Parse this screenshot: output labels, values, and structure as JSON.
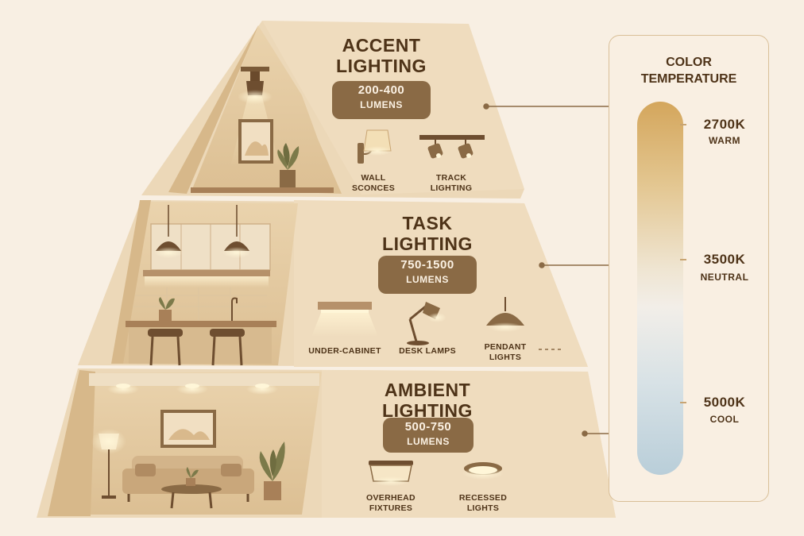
{
  "pyramid": {
    "tiers": [
      {
        "id": "accent",
        "title_line1": "ACCENT",
        "title_line2": "LIGHTING",
        "lumens_value": "200-400",
        "lumens_unit": "LUMENS",
        "fixtures": [
          {
            "icon": "wall-sconce-icon",
            "line1": "WALL",
            "line2": "SCONCES"
          },
          {
            "icon": "track-lighting-icon",
            "line1": "TRACK",
            "line2": "LIGHTING"
          }
        ]
      },
      {
        "id": "task",
        "title_line1": "TASK",
        "title_line2": "LIGHTING",
        "lumens_value": "750-1500",
        "lumens_unit": "LUMENS",
        "fixtures": [
          {
            "icon": "under-cabinet-icon",
            "line1": "UNDER-CABINET",
            "line2": ""
          },
          {
            "icon": "desk-lamp-icon",
            "line1": "DESK LAMPS",
            "line2": ""
          },
          {
            "icon": "pendant-light-icon",
            "line1": "PENDANT",
            "line2": "LIGHTS"
          }
        ]
      },
      {
        "id": "ambient",
        "title_line1": "AMBIENT",
        "title_line2": "LIGHTING",
        "lumens_value": "500-750",
        "lumens_unit": "LUMENS",
        "fixtures": [
          {
            "icon": "overhead-fixture-icon",
            "line1": "OVERHEAD",
            "line2": "FIXTURES"
          },
          {
            "icon": "recessed-light-icon",
            "line1": "RECESSED",
            "line2": "LIGHTS"
          }
        ]
      }
    ]
  },
  "color_temperature": {
    "title_line1": "COLOR",
    "title_line2": "TEMPERATURE",
    "levels": [
      {
        "kelvin": "2700K",
        "label": "WARM",
        "icon": "sun-icon"
      },
      {
        "kelvin": "3500K",
        "label": "NEUTRAL",
        "icon": ""
      },
      {
        "kelvin": "5000K",
        "label": "COOL",
        "icon": "snowflake-icon"
      }
    ],
    "gradient_colors": [
      "#d4a65c",
      "#f2eee8",
      "#b9ced9"
    ]
  },
  "colors": {
    "background": "#f8efe3",
    "pyramid_face": "#ecd8b8",
    "pyramid_shade": "#e0c49c",
    "pill": "#8a6a45",
    "text": "#4e3318"
  }
}
